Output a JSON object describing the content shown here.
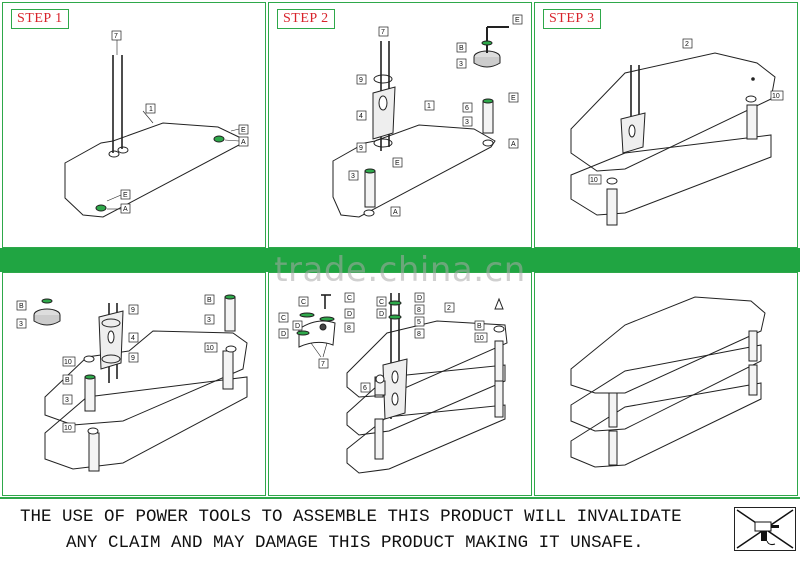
{
  "steps": [
    {
      "label": "STEP 1"
    },
    {
      "label": "STEP 2"
    },
    {
      "label": "STEP 3"
    }
  ],
  "watermark": "trade.china.cn",
  "warning": {
    "line1": "THE USE OF POWER TOOLS TO ASSEMBLE THIS PRODUCT WILL INVALIDATE",
    "line2": "ANY CLAIM AND MAY DAMAGE THIS PRODUCT MAKING IT UNSAFE."
  },
  "part_tags": {
    "p1": [
      "7",
      "1",
      "E",
      "A",
      "E",
      "A"
    ],
    "p2": [
      "7",
      "9",
      "4",
      "9",
      "E",
      "3",
      "E",
      "B",
      "3",
      "1",
      "6",
      "E",
      "3",
      "A",
      "A"
    ],
    "p3": [
      "2",
      "10",
      "10"
    ],
    "p4": [
      "B",
      "3",
      "9",
      "4",
      "9",
      "10",
      "B",
      "3",
      "10",
      "B",
      "3",
      "10"
    ],
    "p5": [
      "C",
      "C",
      "C",
      "D",
      "D",
      "D",
      "8",
      "7",
      "C",
      "D",
      "D",
      "8",
      "5",
      "8",
      "2",
      "B",
      "10",
      "6"
    ]
  },
  "colors": {
    "frame_green": "#2ea84a",
    "band_green": "#20a542",
    "step_red": "#d8232a"
  },
  "icons": {
    "no_power_tools": "no-power-tools-icon"
  }
}
